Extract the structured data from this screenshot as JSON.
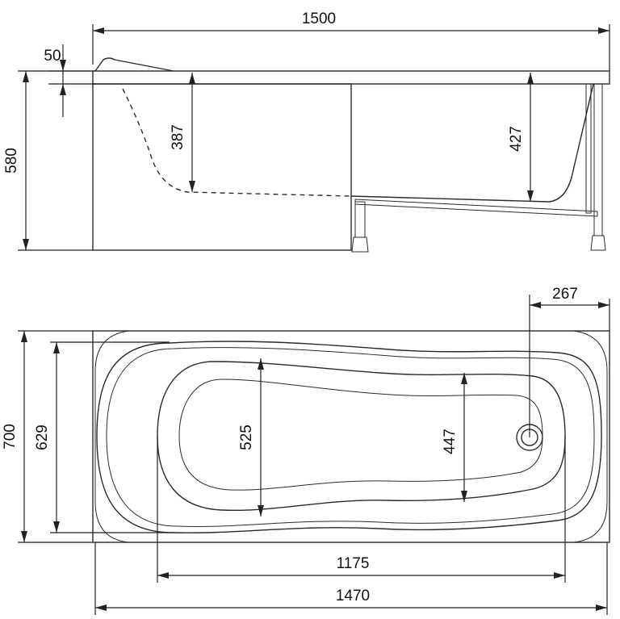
{
  "side_view": {
    "overall_length": "1500",
    "rim_thickness": "50",
    "total_height": "580",
    "head_depth": "387",
    "foot_depth": "427"
  },
  "top_view": {
    "outlet_offset": "267",
    "outer_width": "700",
    "rim_inner_width": "629",
    "head_bowl_width": "525",
    "foot_bowl_width": "447",
    "bowl_length": "1175",
    "outer_length": "1470"
  }
}
